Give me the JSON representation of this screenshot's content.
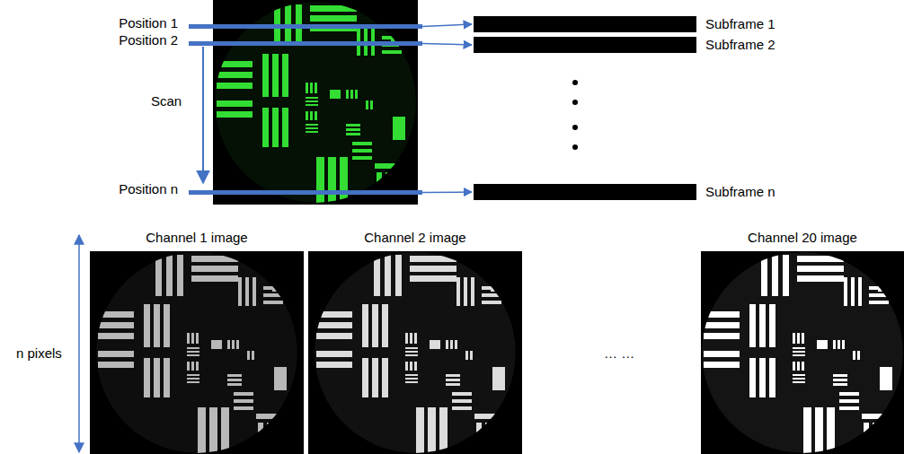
{
  "diagram": {
    "nodes": [
      {
        "text": [
          "Position 1"
        ]
      },
      {
        "text": [
          "Position 2"
        ]
      },
      {
        "text": [
          "Position n"
        ]
      },
      {
        "text": [
          "Subframe 1"
        ]
      },
      {
        "text": [
          "Subframe 2"
        ]
      },
      {
        "text": [
          "Subframe n"
        ]
      },
      {
        "text": [
          "Channel 1 image"
        ]
      },
      {
        "text": [
          "Channel 2 image"
        ]
      },
      {
        "text": [
          "Channel 20 image"
        ]
      }
    ],
    "edges": [
      {
        "from": 0,
        "to": 3,
        "arrow": "to"
      },
      {
        "from": 1,
        "to": 4,
        "arrow": "to"
      },
      {
        "from": 2,
        "to": 5,
        "arrow": "to"
      }
    ],
    "labels": [
      "Scan",
      "n pixels",
      "… …"
    ]
  }
}
